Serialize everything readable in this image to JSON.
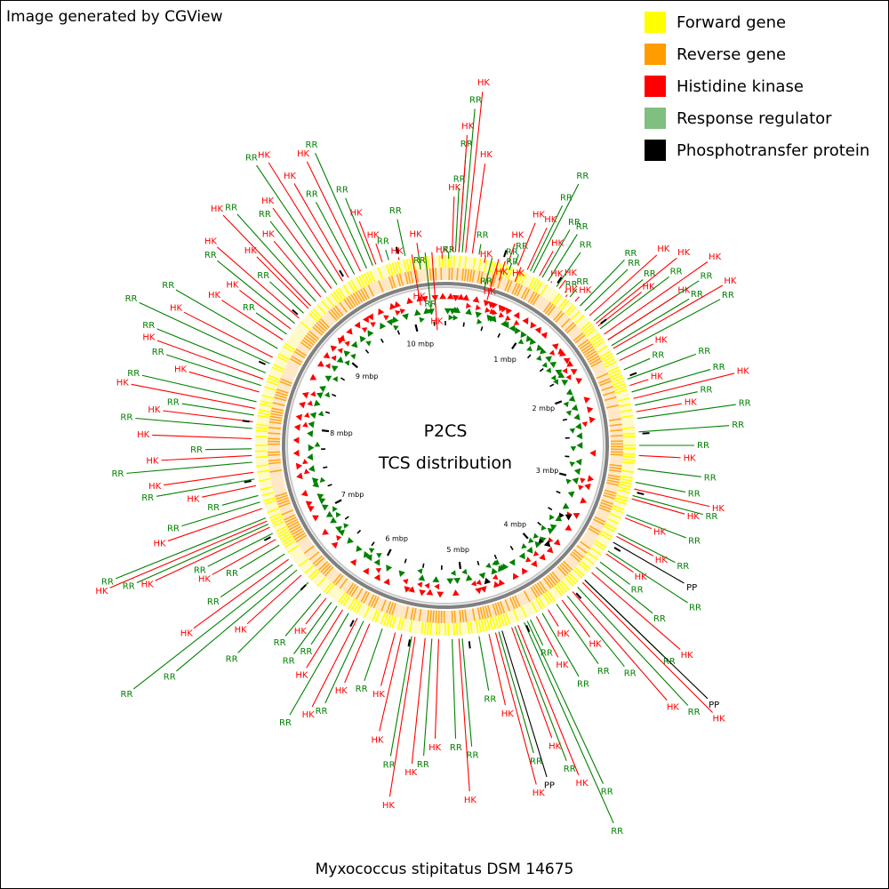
{
  "credit": "Image generated by CGView",
  "caption": "Myxococcus stipitatus DSM 14675",
  "center": {
    "line1": "P2CS",
    "line2": "TCS distribution"
  },
  "legend": [
    {
      "label": "Forward gene",
      "color": "#ffff00"
    },
    {
      "label": "Reverse gene",
      "color": "#ff9c00"
    },
    {
      "label": "Histidine kinase",
      "color": "#ff0000"
    },
    {
      "label": "Response regulator",
      "color": "#7fbf7f"
    },
    {
      "label": "Phosphotransfer protein",
      "color": "#000000"
    }
  ],
  "colors": {
    "forward": "#ffff00",
    "reverse": "#ff9c00",
    "hk": "#ff0000",
    "rr": "#008000",
    "pp": "#000000",
    "backbone": "#808080"
  },
  "ticks": [
    "1 mbp",
    "2 mbp",
    "3 mbp",
    "4 mbp",
    "5 mbp",
    "6 mbp",
    "7 mbp",
    "8 mbp",
    "9 mbp",
    "10 mbp"
  ],
  "features": [
    {
      "t": "RR",
      "a": 338,
      "r": 300
    },
    {
      "t": "HK",
      "a": 339,
      "r": 270
    },
    {
      "t": "HK",
      "a": 341,
      "r": 240
    },
    {
      "t": "RR",
      "a": 343,
      "r": 230
    },
    {
      "t": "HK",
      "a": 346,
      "r": 215
    },
    {
      "t": "RR",
      "a": 348,
      "r": 260
    },
    {
      "t": "HK",
      "a": 350,
      "r": 160
    },
    {
      "t": "RR",
      "a": 352,
      "r": 200
    },
    {
      "t": "HK",
      "a": 352,
      "r": 230
    },
    {
      "t": "RR",
      "a": 354,
      "r": 150
    },
    {
      "t": "HK",
      "a": 356,
      "r": 130
    },
    {
      "t": "HK",
      "a": 359,
      "r": 210
    },
    {
      "t": "RR",
      "a": 1,
      "r": 210
    },
    {
      "t": "HK",
      "a": 2,
      "r": 280
    },
    {
      "t": "RR",
      "a": 3,
      "r": 290
    },
    {
      "t": "RR",
      "a": 4,
      "r": 330
    },
    {
      "t": "HK",
      "a": 4,
      "r": 350
    },
    {
      "t": "RR",
      "a": 5,
      "r": 380
    },
    {
      "t": "HK",
      "a": 6,
      "r": 400
    },
    {
      "t": "HK",
      "a": 8,
      "r": 320
    },
    {
      "t": "RR",
      "a": 10,
      "r": 230
    },
    {
      "t": "HK",
      "a": 12,
      "r": 210
    },
    {
      "t": "RR",
      "a": 14,
      "r": 180
    },
    {
      "t": "HK",
      "a": 16,
      "r": 170
    },
    {
      "t": "HK",
      "a": 18,
      "r": 195
    },
    {
      "t": "HK",
      "a": 19,
      "r": 240
    },
    {
      "t": "RR",
      "a": 19,
      "r": 220
    },
    {
      "t": "RR",
      "a": 20,
      "r": 210
    },
    {
      "t": "RR",
      "a": 21,
      "r": 230
    },
    {
      "t": "HK",
      "a": 22,
      "r": 270
    },
    {
      "t": "HK",
      "a": 23,
      "r": 200
    },
    {
      "t": "HK",
      "a": 25,
      "r": 270
    },
    {
      "t": "RR",
      "a": 26,
      "r": 300
    },
    {
      "t": "RR",
      "a": 27,
      "r": 330
    },
    {
      "t": "HK",
      "a": 29,
      "r": 250
    },
    {
      "t": "RR",
      "a": 30,
      "r": 280
    },
    {
      "t": "RR",
      "a": 32,
      "r": 280
    },
    {
      "t": "HK",
      "a": 33,
      "r": 220
    },
    {
      "t": "RR",
      "a": 35,
      "r": 265
    },
    {
      "t": "HK",
      "a": 36,
      "r": 230
    },
    {
      "t": "RR",
      "a": 38,
      "r": 220
    },
    {
      "t": "HK",
      "a": 39,
      "r": 215
    },
    {
      "t": "RR",
      "a": 40,
      "r": 230
    },
    {
      "t": "HK",
      "a": 42,
      "r": 225
    },
    {
      "t": "RR",
      "a": 44,
      "r": 290
    },
    {
      "t": "RR",
      "a": 46,
      "r": 285
    },
    {
      "t": "HK",
      "a": 48,
      "r": 320
    },
    {
      "t": "RR",
      "a": 50,
      "r": 290
    },
    {
      "t": "HK",
      "a": 51,
      "r": 335
    },
    {
      "t": "HK",
      "a": 52,
      "r": 280
    },
    {
      "t": "RR",
      "a": 53,
      "r": 315
    },
    {
      "t": "HK",
      "a": 55,
      "r": 360
    },
    {
      "t": "RR",
      "a": 57,
      "r": 340
    },
    {
      "t": "HK",
      "a": 57,
      "r": 310
    },
    {
      "t": "RR",
      "a": 59,
      "r": 320
    },
    {
      "t": "HK",
      "a": 60,
      "r": 360
    },
    {
      "t": "RR",
      "a": 62,
      "r": 350
    },
    {
      "t": "HK",
      "a": 64,
      "r": 260
    },
    {
      "t": "RR",
      "a": 67,
      "r": 250
    },
    {
      "t": "RR",
      "a": 70,
      "r": 300
    },
    {
      "t": "HK",
      "a": 72,
      "r": 240
    },
    {
      "t": "RR",
      "a": 74,
      "r": 310
    },
    {
      "t": "HK",
      "a": 76,
      "r": 335
    },
    {
      "t": "RR",
      "a": 78,
      "r": 290
    },
    {
      "t": "HK",
      "a": 80,
      "r": 270
    },
    {
      "t": "RR",
      "a": 82,
      "r": 330
    },
    {
      "t": "RR",
      "a": 86,
      "r": 320
    },
    {
      "t": "RR",
      "a": 90,
      "r": 280
    },
    {
      "t": "HK",
      "a": 93,
      "r": 265
    },
    {
      "t": "RR",
      "a": 97,
      "r": 290
    },
    {
      "t": "RR",
      "a": 101,
      "r": 275
    },
    {
      "t": "HK",
      "a": 103,
      "r": 305
    },
    {
      "t": "RR",
      "a": 105,
      "r": 300
    },
    {
      "t": "HK",
      "a": 106,
      "r": 280
    },
    {
      "t": "RR",
      "a": 111,
      "r": 290
    },
    {
      "t": "HK",
      "a": 112,
      "r": 250
    },
    {
      "t": "RR",
      "a": 117,
      "r": 290
    },
    {
      "t": "HK",
      "a": 118,
      "r": 265
    },
    {
      "t": "PP",
      "a": 120,
      "r": 310
    },
    {
      "t": "RR",
      "a": 123,
      "r": 325
    },
    {
      "t": "HK",
      "a": 124,
      "r": 255
    },
    {
      "t": "RR",
      "a": 127,
      "r": 260
    },
    {
      "t": "RR",
      "a": 129,
      "r": 300
    },
    {
      "t": "HK",
      "a": 131,
      "r": 350
    },
    {
      "t": "RR",
      "a": 134,
      "r": 340
    },
    {
      "t": "PP",
      "a": 134,
      "r": 410
    },
    {
      "t": "HK",
      "a": 135,
      "r": 425
    },
    {
      "t": "RR",
      "a": 137,
      "r": 400
    },
    {
      "t": "HK",
      "a": 139,
      "r": 380
    },
    {
      "t": "RR",
      "a": 141,
      "r": 320
    },
    {
      "t": "HK",
      "a": 143,
      "r": 270
    },
    {
      "t": "RR",
      "a": 145,
      "r": 300
    },
    {
      "t": "HK",
      "a": 148,
      "r": 240
    },
    {
      "t": "RR",
      "a": 150,
      "r": 300
    },
    {
      "t": "HK",
      "a": 152,
      "r": 270
    },
    {
      "t": "RR",
      "a": 154,
      "r": 250
    },
    {
      "t": "RR",
      "a": 155,
      "r": 420
    },
    {
      "t": "RR",
      "a": 156,
      "r": 465
    },
    {
      "t": "HK",
      "a": 158,
      "r": 400
    },
    {
      "t": "RR",
      "a": 159,
      "r": 380
    },
    {
      "t": "HK",
      "a": 160,
      "r": 350
    },
    {
      "t": "PP",
      "a": 163,
      "r": 390
    },
    {
      "t": "RR",
      "a": 164,
      "r": 360
    },
    {
      "t": "HK",
      "a": 165,
      "r": 395
    },
    {
      "t": "HK",
      "a": 167,
      "r": 300
    },
    {
      "t": "RR",
      "a": 170,
      "r": 280
    },
    {
      "t": "RR",
      "a": 175,
      "r": 340
    },
    {
      "t": "HK",
      "a": 176,
      "r": 390
    },
    {
      "t": "RR",
      "a": 178,
      "r": 330
    },
    {
      "t": "HK",
      "a": 182,
      "r": 330
    },
    {
      "t": "RR",
      "a": 184,
      "r": 350
    },
    {
      "t": "HK",
      "a": 186,
      "r": 360
    },
    {
      "t": "HK",
      "a": 189,
      "r": 400
    },
    {
      "t": "RR",
      "a": 190,
      "r": 355
    },
    {
      "t": "HK",
      "a": 193,
      "r": 330
    },
    {
      "t": "HK",
      "a": 195,
      "r": 280
    },
    {
      "t": "RR",
      "a": 199,
      "r": 280
    },
    {
      "t": "HK",
      "a": 203,
      "r": 290
    },
    {
      "t": "RR",
      "a": 205,
      "r": 320
    },
    {
      "t": "HK",
      "a": 207,
      "r": 330
    },
    {
      "t": "RR",
      "a": 210,
      "r": 350
    },
    {
      "t": "HK",
      "a": 212,
      "r": 295
    },
    {
      "t": "RR",
      "a": 214,
      "r": 270
    },
    {
      "t": "RR",
      "a": 216,
      "r": 290
    },
    {
      "t": "HK",
      "a": 218,
      "r": 255
    },
    {
      "t": "RR",
      "a": 220,
      "r": 280
    },
    {
      "t": "RR",
      "a": 225,
      "r": 330
    },
    {
      "t": "HK",
      "a": 228,
      "r": 300
    },
    {
      "t": "RR",
      "a": 230,
      "r": 395
    },
    {
      "t": "RR",
      "a": 232,
      "r": 445
    },
    {
      "t": "HK",
      "a": 234,
      "r": 350
    },
    {
      "t": "RR",
      "a": 236,
      "r": 305
    },
    {
      "t": "RR",
      "a": 239,
      "r": 270
    },
    {
      "t": "HK",
      "a": 241,
      "r": 300
    },
    {
      "t": "RR",
      "a": 243,
      "r": 300
    },
    {
      "t": "HK",
      "a": 245,
      "r": 360
    },
    {
      "t": "RR",
      "a": 246,
      "r": 380
    },
    {
      "t": "HK",
      "a": 247,
      "r": 410
    },
    {
      "t": "RR",
      "a": 248,
      "r": 400
    },
    {
      "t": "HK",
      "a": 251,
      "r": 330
    },
    {
      "t": "RR",
      "a": 253,
      "r": 310
    },
    {
      "t": "RR",
      "a": 255,
      "r": 260
    },
    {
      "t": "HK",
      "a": 258,
      "r": 280
    },
    {
      "t": "RR",
      "a": 260,
      "r": 330
    },
    {
      "t": "HK",
      "a": 262,
      "r": 320
    },
    {
      "t": "RR",
      "a": 265,
      "r": 360
    },
    {
      "t": "HK",
      "a": 267,
      "r": 320
    },
    {
      "t": "RR",
      "a": 269,
      "r": 270
    },
    {
      "t": "HK",
      "a": 272,
      "r": 330
    },
    {
      "t": "RR",
      "a": 275,
      "r": 350
    },
    {
      "t": "HK",
      "a": 277,
      "r": 320
    },
    {
      "t": "RR",
      "a": 279,
      "r": 300
    },
    {
      "t": "HK",
      "a": 281,
      "r": 360
    },
    {
      "t": "RR",
      "a": 283,
      "r": 350
    },
    {
      "t": "HK",
      "a": 286,
      "r": 300
    },
    {
      "t": "RR",
      "a": 288,
      "r": 330
    },
    {
      "t": "HK",
      "a": 290,
      "r": 345
    },
    {
      "t": "RR",
      "a": 292,
      "r": 350
    },
    {
      "t": "RR",
      "a": 295,
      "r": 380
    },
    {
      "t": "HK",
      "a": 297,
      "r": 330
    },
    {
      "t": "RR",
      "a": 300,
      "r": 350
    },
    {
      "t": "HK",
      "a": 303,
      "r": 300
    },
    {
      "t": "RR",
      "a": 305,
      "r": 260
    },
    {
      "t": "HK",
      "a": 307,
      "r": 290
    },
    {
      "t": "RR",
      "a": 309,
      "r": 330
    },
    {
      "t": "HK",
      "a": 311,
      "r": 340
    },
    {
      "t": "RR",
      "a": 313,
      "r": 270
    },
    {
      "t": "HK",
      "a": 315,
      "r": 300
    },
    {
      "t": "HK",
      "a": 316,
      "r": 360
    },
    {
      "t": "RR",
      "a": 318,
      "r": 350
    },
    {
      "t": "HK",
      "a": 320,
      "r": 300
    },
    {
      "t": "RR",
      "a": 322,
      "r": 320
    },
    {
      "t": "HK",
      "a": 324,
      "r": 330
    },
    {
      "t": "RR",
      "a": 326,
      "r": 380
    },
    {
      "t": "HK",
      "a": 328,
      "r": 375
    },
    {
      "t": "HK",
      "a": 330,
      "r": 340
    },
    {
      "t": "RR",
      "a": 332,
      "r": 310
    },
    {
      "t": "HK",
      "a": 334,
      "r": 355
    },
    {
      "t": "RR",
      "a": 336,
      "r": 360
    }
  ]
}
